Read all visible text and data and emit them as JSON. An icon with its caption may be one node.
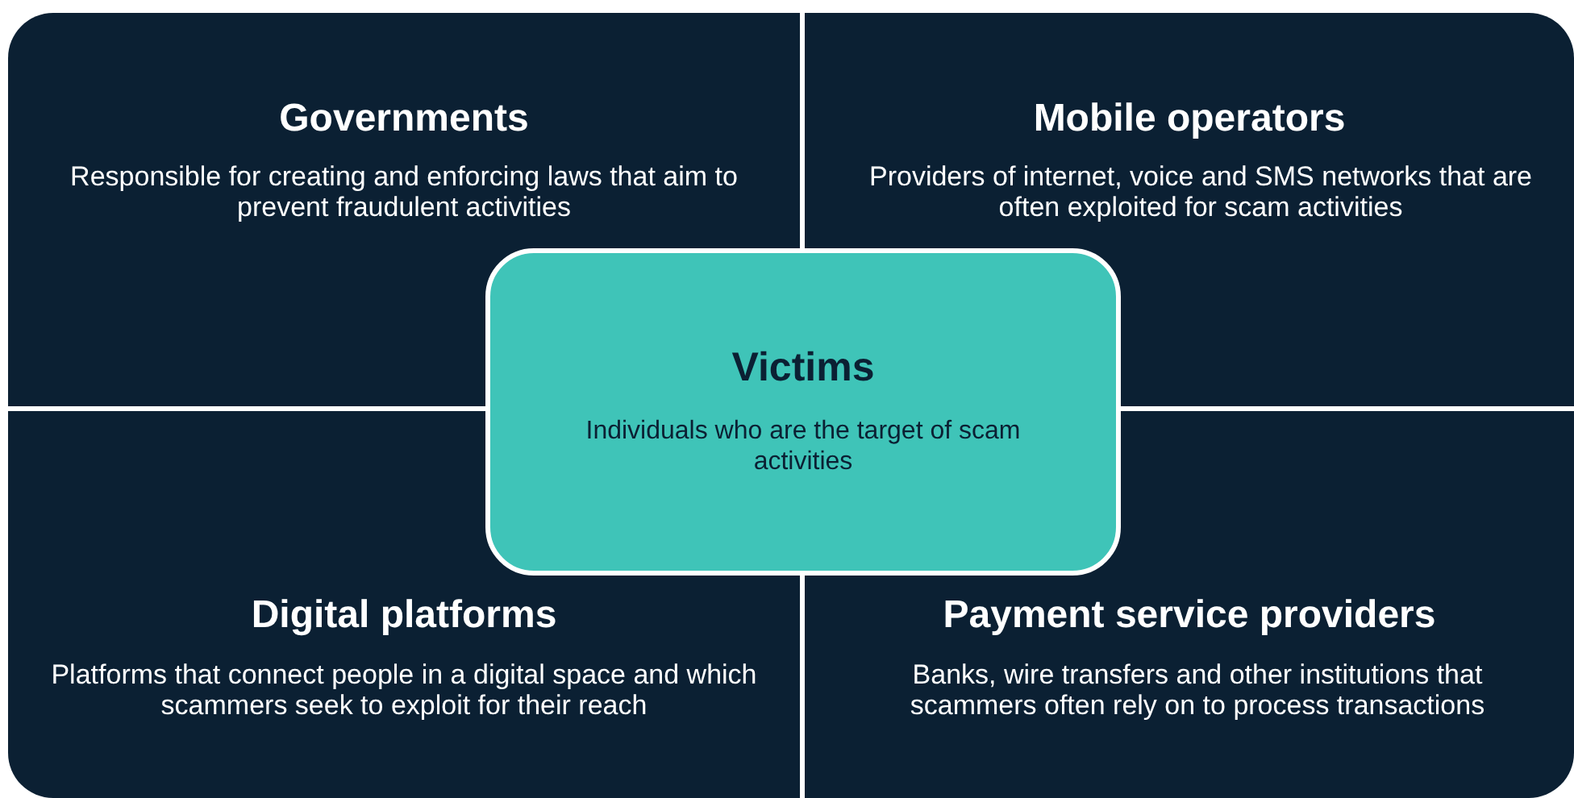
{
  "diagram": {
    "nodes": [
      {
        "text": [
          "Governments",
          "Responsible for creating and enforcing laws that aim to prevent fraudulent activities"
        ]
      },
      {
        "text": [
          "Mobile operators",
          "Providers of internet, voice and SMS networks that are often exploited  for scam activities"
        ]
      },
      {
        "text": [
          "Victims",
          "Individuals who are the target of scam activities"
        ]
      },
      {
        "text": [
          "Digital platforms",
          "Platforms that connect people in a digital space and which scammers seek to exploit for their reach"
        ]
      },
      {
        "text": [
          "Payment service providers",
          "Banks, wire transfers and other institutions that scammers often rely on to process transactions"
        ]
      }
    ]
  }
}
